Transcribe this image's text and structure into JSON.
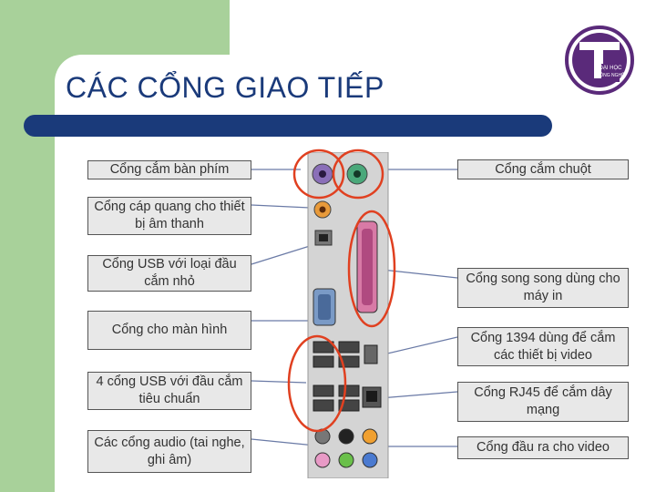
{
  "title": "CÁC CỔNG GIAO TIẾP",
  "logo": {
    "text_line1": "ĐẠI HỌC",
    "text_line2": "CÔNG NGHỆ",
    "color": "#5a2a7a"
  },
  "colors": {
    "accent": "#1a3a7a",
    "green": "#a8d19a",
    "highlight": "#e04020"
  },
  "left_labels": [
    "Cổng cắm bàn phím",
    "Cổng cáp quang cho thiết bị âm thanh",
    "Cổng USB với loại đầu cắm nhỏ",
    "Cổng cho màn hình",
    "4 cổng USB với đầu cắm tiêu chuẩn",
    "Các cổng audio (tai nghe, ghi âm)"
  ],
  "right_labels": [
    "Cổng cắm chuột",
    "Cổng song song dùng cho máy in",
    "Cổng 1394 dùng để cắm các thiết bị video",
    "Cổng RJ45 để cắm dây mạng",
    "Cổng đầu ra cho video"
  ]
}
